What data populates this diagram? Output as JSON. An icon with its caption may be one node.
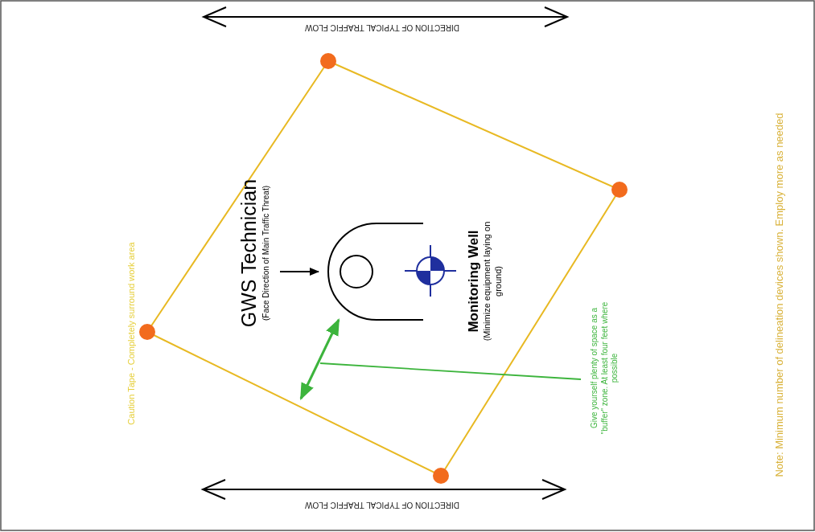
{
  "diagram": {
    "nodes": [
      {
        "text": [
          "GWS Technician",
          "(Face Direction of Main Traffic Threat)"
        ]
      },
      {
        "text": [],
        "shape": "person"
      },
      {
        "text": [
          "Monitoring Well",
          "(Minimize equipment laying on ground)"
        ]
      },
      {
        "text": [
          "Give yourself plenty of space as a \"buffer\" zone. At least four feet where possible"
        ]
      },
      {
        "text": [],
        "shape": "arrow"
      }
    ],
    "edges": [
      {
        "from": 0,
        "to": 1,
        "arrow": "to"
      },
      {
        "from": 3,
        "to": 4,
        "arrow": "none",
        "color": "#3cb43c"
      }
    ],
    "labels": [
      "DIRECTION OF TYPICAL TRAFFIC FLOW",
      "Caution Tape - Completely surround work area",
      "DIRECTION OF TYPICAL TRAFFIC FLOW",
      "Note: Minimum number of delineation devices shown. Employ more as needed"
    ]
  }
}
